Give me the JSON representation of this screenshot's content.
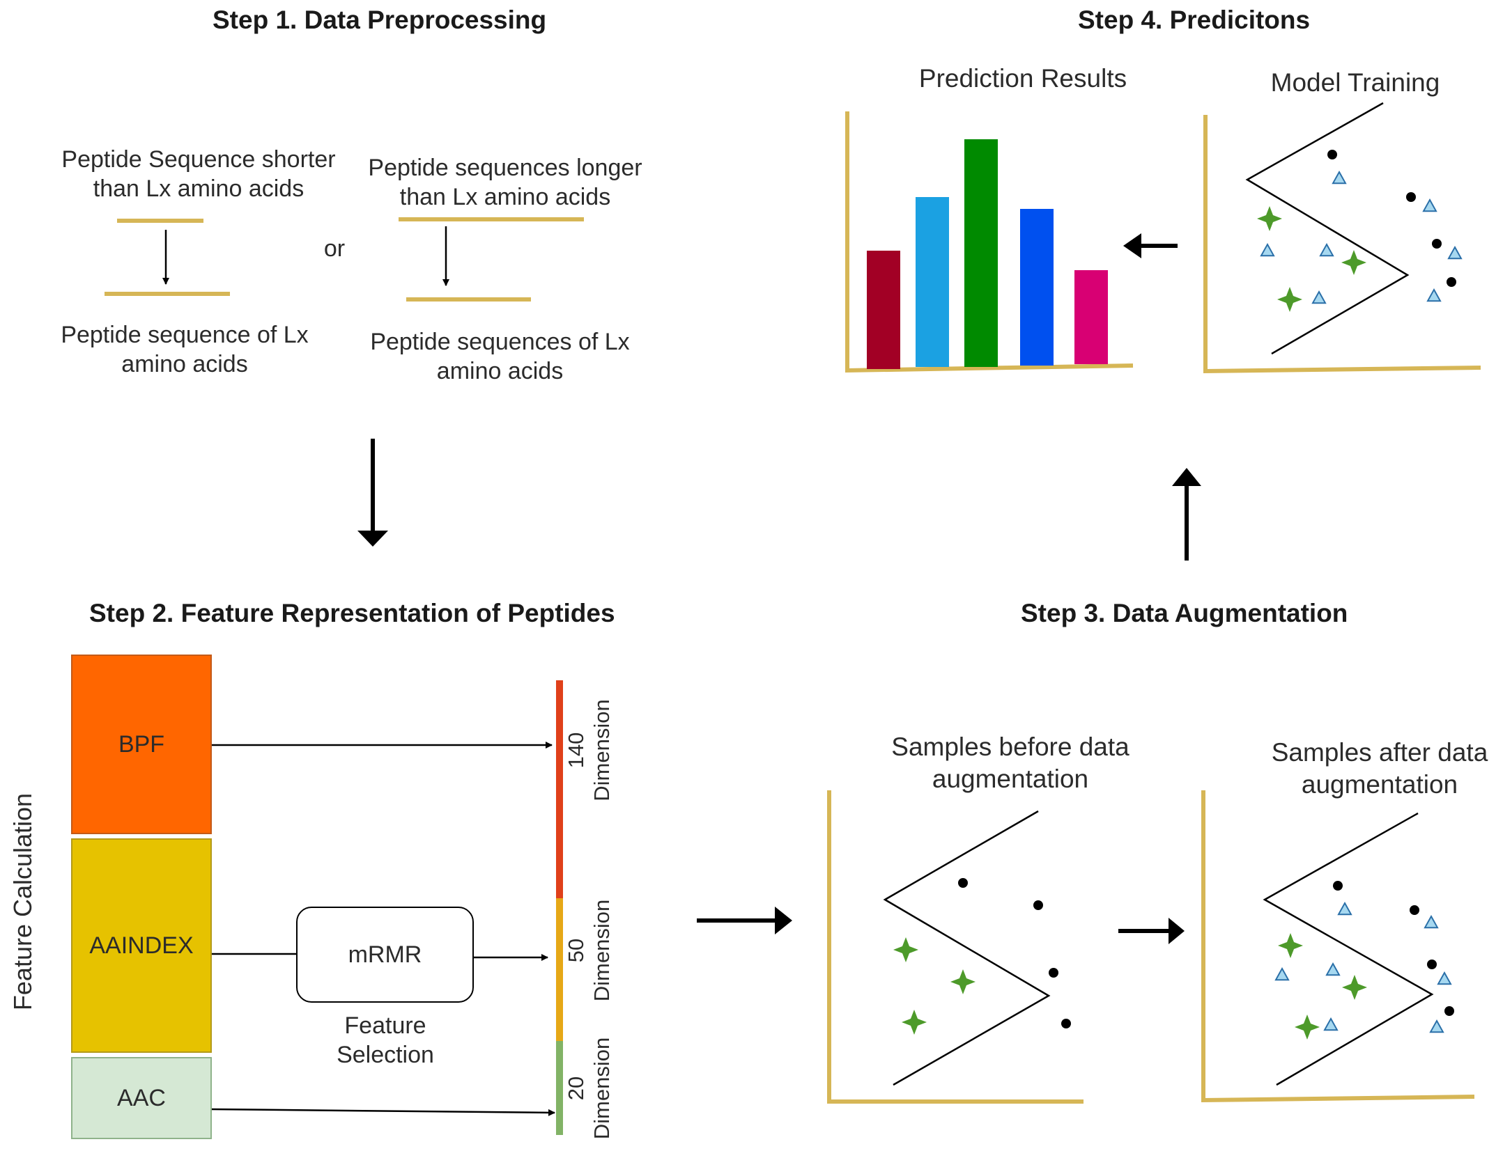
{
  "steps": {
    "step1": "Step 1. Data Preprocessing",
    "step2": "Step 2. Feature Representation of Peptides",
    "step3": "Step 3. Data Augmentation",
    "step4": "Step 4. Predicitons"
  },
  "preprocessing": {
    "short_label": "Peptide Sequence shorter\nthan Lx amino acids",
    "short_result": "Peptide sequence of Lx\namino acids",
    "or_label": "or",
    "long_label": "Peptide sequences longer\nthan Lx amino acids",
    "long_result": "Peptide sequences of Lx\namino acids"
  },
  "features": {
    "side_label": "Feature Calculation",
    "bpf": "BPF",
    "aaindex": "AAINDEX",
    "aac": "AAC",
    "mrmr": "mRMR",
    "selection_label": "Feature\nSelection",
    "dims": [
      {
        "num": "140",
        "word": "Dimension"
      },
      {
        "num": "50",
        "word": "Dimension"
      },
      {
        "num": "20",
        "word": "Dimension"
      }
    ]
  },
  "augmentation": {
    "before_label": "Samples before data\naugmentation",
    "after_label": "Samples after data\naugmentation"
  },
  "predictions": {
    "results_label": "Prediction Results",
    "training_label": "Model Training"
  },
  "colors": {
    "bpf": "#ff6600",
    "aaindex": "#e6c200",
    "aac": "#d5e8d4",
    "axis": "#d6b656",
    "bars": [
      "#a20025",
      "#1ba1e2",
      "#008a00",
      "#0050ef",
      "#d80073"
    ],
    "dim_140": "#e0401a",
    "dim_50": "#e6a817",
    "dim_20": "#82b366",
    "star": "#4d9a2a",
    "triangle_fill": "#a6d8f0",
    "triangle_stroke": "#2a6fa8"
  }
}
